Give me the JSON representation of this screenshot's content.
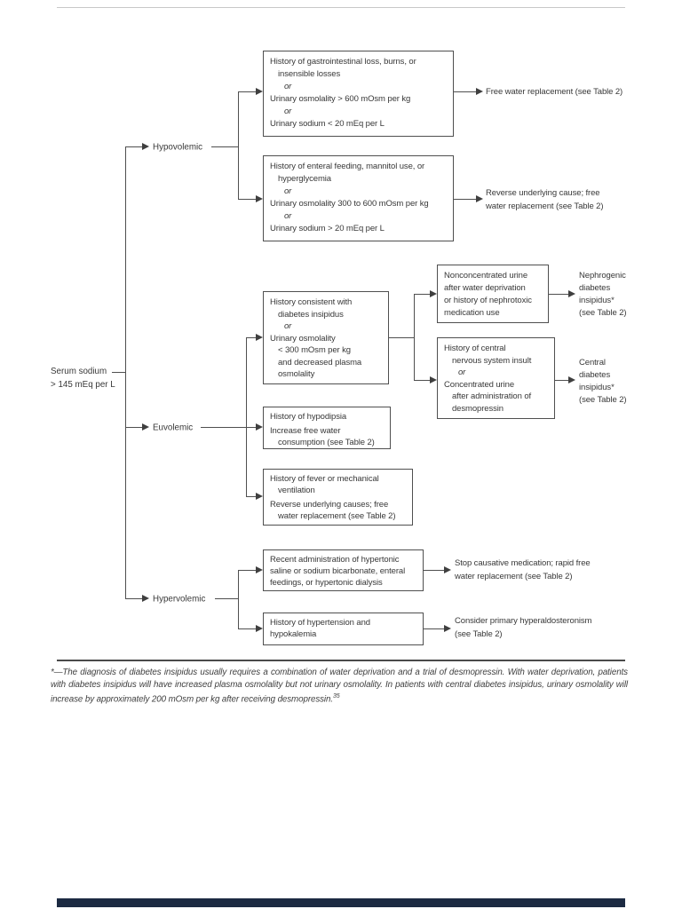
{
  "flow": {
    "or": "or",
    "root": {
      "l1": "Serum sodium",
      "l2": "> 145 mEq per L"
    },
    "branches": {
      "hypovolemic": "Hypovolemic",
      "euvolemic": "Euvolemic",
      "hypervolemic": "Hypervolemic"
    },
    "boxes": {
      "gi": {
        "l1": "History of gastrointestinal loss, burns, or",
        "l2": "insensible losses",
        "l4": "Urinary osmolality > 600 mOsm per kg",
        "l6": "Urinary sodium < 20 mEq per L"
      },
      "enteral": {
        "l1": "History of enteral feeding, mannitol use, or",
        "l2": "hyperglycemia",
        "l4": "Urinary osmolality 300 to 600 mOsm per kg",
        "l6": "Urinary sodium > 20 mEq per L"
      },
      "di": {
        "l1": "History consistent with",
        "l2": "diabetes insipidus",
        "l4": "Urinary osmolality",
        "l5": "< 300 mOsm per kg",
        "l6": "and decreased plasma",
        "l7": "osmolality"
      },
      "nephrotoxic": {
        "l1": "Nonconcentrated urine",
        "l2": "after water deprivation",
        "l3": "or history of nephrotoxic",
        "l4": "medication use"
      },
      "cns": {
        "l1": "History of central",
        "l2": "nervous system insult",
        "l4": "Concentrated urine",
        "l5": "after administration of",
        "l6": "desmopressin"
      },
      "hypodipsia": {
        "l1": "History of hypodipsia",
        "l2": "Increase free water",
        "l3": "consumption (see Table 2)"
      },
      "fever": {
        "l1": "History of fever or mechanical",
        "l2": "ventilation",
        "l3": "Reverse underlying causes; free",
        "l4": "water replacement (see Table 2)"
      },
      "hypertonic": {
        "l1": "Recent administration of hypertonic",
        "l2": "saline or sodium bicarbonate, enteral",
        "l3": "feedings, or hypertonic dialysis"
      },
      "hypertension": {
        "l1": "History of hypertension and",
        "l2": "hypokalemia"
      }
    },
    "outcomes": {
      "free_water": "Free water replacement (see Table 2)",
      "reverse": {
        "l1": "Reverse underlying cause; free",
        "l2": "water replacement (see Table 2)"
      },
      "nephrogenic": {
        "l1": "Nephrogenic",
        "l2": "diabetes",
        "l3": "insipidus*",
        "l4": "(see Table 2)"
      },
      "central": {
        "l1": "Central",
        "l2": "diabetes",
        "l3": "insipidus*",
        "l4": "(see Table 2)"
      },
      "stop": {
        "l1": "Stop causative medication; rapid free",
        "l2": "water replacement (see Table 2)"
      },
      "aldosteronism": {
        "l1": "Consider primary hyperaldosteronism",
        "l2": "(see Table 2)"
      }
    }
  },
  "footnote": {
    "text": "*—The diagnosis of diabetes insipidus usually requires a combination of water deprivation and a trial of desmopressin. With water deprivation, patients with diabetes insipidus will have increased plasma osmolality but not urinary osmolality. In patients with central diabetes insipidus, urinary osmolality will increase by approximately 200 mOsm per kg after receiving desmopressin.",
    "ref": "35"
  },
  "colors": {
    "line": "#4f4f4f",
    "text": "#383838",
    "top_rule": "#c8c8c8",
    "footnote_rule": "#4a4a4a",
    "footer_bar": "#1c2a42"
  }
}
